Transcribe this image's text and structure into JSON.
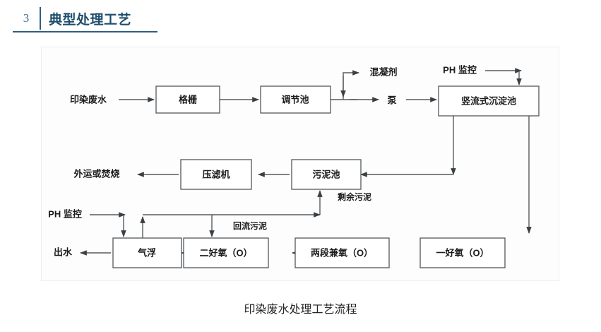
{
  "header": {
    "number": "3",
    "title": "典型处理工艺"
  },
  "figure": {
    "caption": "印染废水处理工艺流程",
    "accent_color": "#2d5f84",
    "box_stroke_color": "#53585c",
    "line_color": "#565b5f",
    "panel_background": "#fdfdfd"
  },
  "diagram": {
    "type": "flowchart",
    "nodes": [
      {
        "id": "grid",
        "label": "格栅",
        "shape": "box"
      },
      {
        "id": "regbasin",
        "label": "调节池",
        "shape": "box"
      },
      {
        "id": "settler",
        "label": "竖流式沉淀池",
        "shape": "box"
      },
      {
        "id": "filterpress",
        "label": "压滤机",
        "shape": "box"
      },
      {
        "id": "sludgetank",
        "label": "污泥池",
        "shape": "box"
      },
      {
        "id": "flotation",
        "label": "气浮",
        "shape": "box"
      },
      {
        "id": "aerobic2",
        "label": "二好氧（O）",
        "shape": "box"
      },
      {
        "id": "anoxic2",
        "label": "两段兼氧（O）",
        "shape": "box"
      },
      {
        "id": "aerobic1",
        "label": "一好氧（O）",
        "shape": "box"
      }
    ],
    "free_labels": [
      {
        "id": "influent",
        "label": "印染废水"
      },
      {
        "id": "coagulant",
        "label": "混凝剂"
      },
      {
        "id": "pump",
        "label": "泵"
      },
      {
        "id": "ph1",
        "label": "PH 监控"
      },
      {
        "id": "ph2",
        "label": "PH 监控"
      },
      {
        "id": "disposal",
        "label": "外运或焚烧"
      },
      {
        "id": "effluent",
        "label": "出水"
      }
    ],
    "edge_labels": [
      {
        "id": "excess-sludge",
        "label": "剩余污泥"
      },
      {
        "id": "return-sludge",
        "label": "回流污泥"
      }
    ]
  }
}
